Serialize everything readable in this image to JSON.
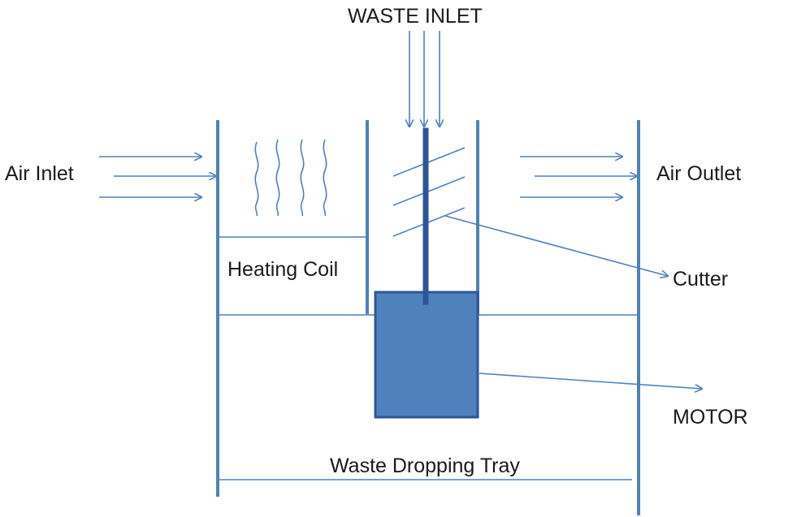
{
  "labels": {
    "waste_inlet": "WASTE INLET",
    "air_inlet": "Air Inlet",
    "air_outlet": "Air Outlet",
    "heating_coil": "Heating Coil",
    "cutter": "Cutter",
    "motor": "MOTOR",
    "waste_dropping_tray": "Waste Dropping Tray"
  },
  "colors": {
    "line": "#4f81bd",
    "wall": "#4f81bd",
    "motor_fill": "#4f81bd",
    "motor_stroke": "#2f5597",
    "shaft": "#2f5597",
    "text": "#1a1a1a"
  }
}
